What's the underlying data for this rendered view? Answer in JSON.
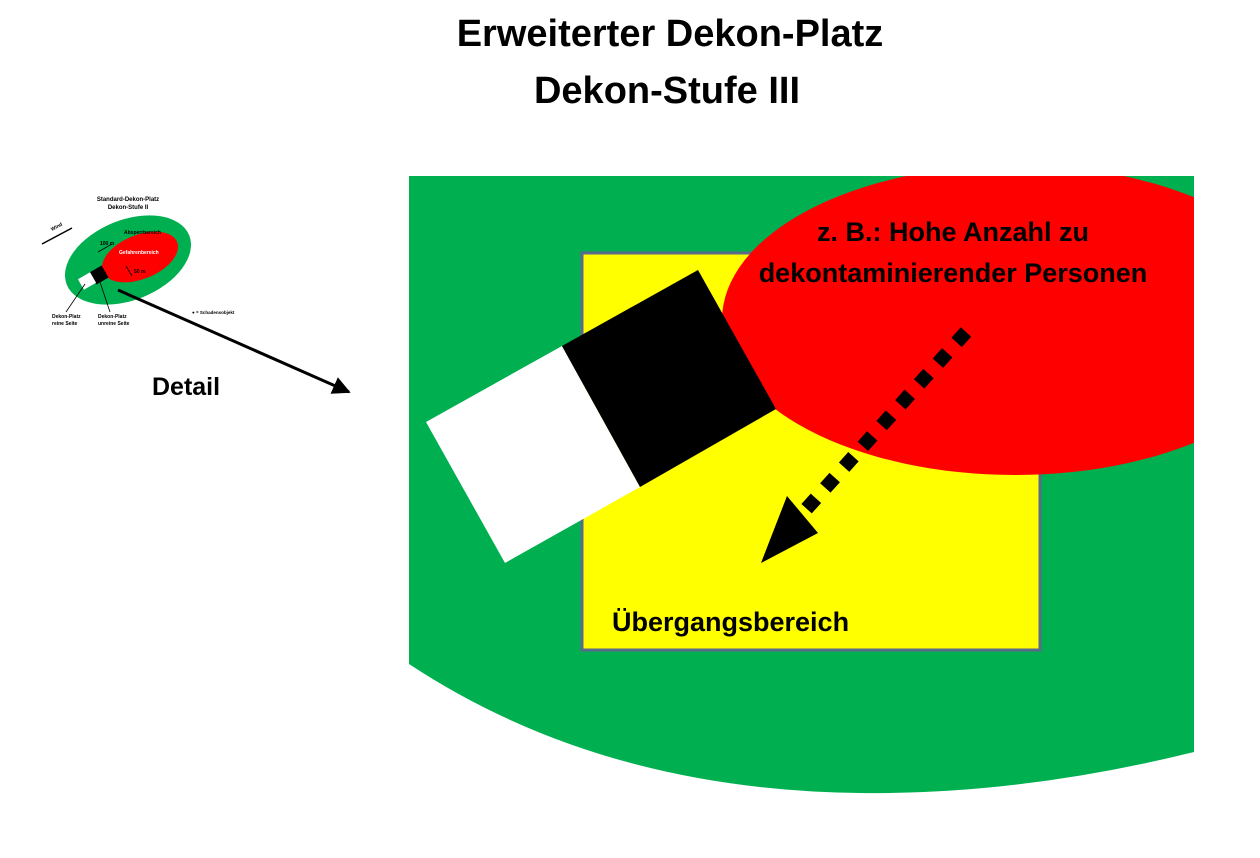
{
  "title": {
    "line1": "Erweiterter Dekon-Platz",
    "line2": "Dekon-Stufe III"
  },
  "overview": {
    "title_line1": "Standard-Dekon-Platz",
    "title_line2": "Dekon-Stufe II",
    "wind_label": "Wind",
    "cordon_area_label": "Absperrbereich",
    "hazard_area_label": "Gefahrenbereich",
    "distance_outer": "100 m",
    "distance_inner": "50 m",
    "clean_side_line1": "Dekon-Platz",
    "clean_side_line2": "reine Seite",
    "unclean_side_line1": "Dekon-Platz",
    "unclean_side_line2": "unreine Seite",
    "legend_damage_object": "● = Schadensobjekt"
  },
  "detail_label": "Detail",
  "detail": {
    "red_zone_line1": "z. B.: Hohe Anzahl zu",
    "red_zone_line2": "dekontaminierender Personen",
    "transition_area_label": "Übergangsbereich"
  },
  "colors": {
    "green": "#00b050",
    "red": "#ff0000",
    "yellow": "#ffff00",
    "black": "#000000",
    "white": "#ffffff",
    "frame": "#5b6a8c"
  }
}
